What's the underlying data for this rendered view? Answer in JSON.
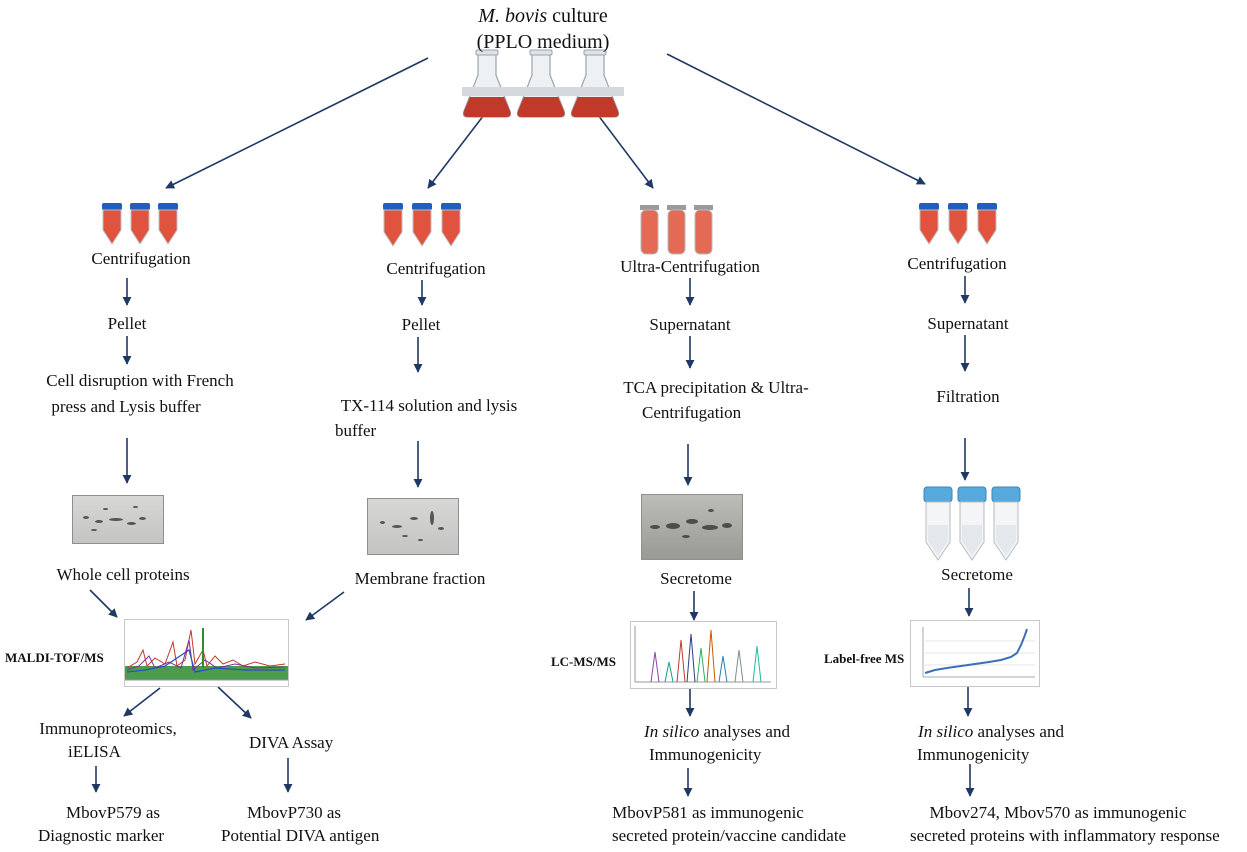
{
  "top": {
    "title_italic": "M. bovis",
    "title_rest": " culture",
    "subtitle": "(PPLO medium)"
  },
  "branches": [
    {
      "step1": "Centrifugation",
      "step2": "Pellet",
      "step3_l1": "Cell disruption with French",
      "step3_l2": "press and Lysis buffer",
      "fraction": "Whole cell proteins"
    },
    {
      "step1": "Centrifugation",
      "step2": "Pellet",
      "step3_l1": "TX-114 solution and lysis",
      "step3_l2": "buffer",
      "fraction": "Membrane fraction"
    },
    {
      "step1": "Ultra-Centrifugation",
      "step2": "Supernatant",
      "step3_l1": "TCA precipitation & Ultra-",
      "step3_l2": "Centrifugation",
      "fraction": "Secretome",
      "method": "LC-MS/MS",
      "analysis_italic": "In silico",
      "analysis_rest": " analyses and",
      "analysis_l2": "Immunogenicity",
      "result_l1": "MbovP581 as immunogenic",
      "result_l2": "secreted protein/vaccine candidate"
    },
    {
      "step1": "Centrifugation",
      "step2": "Supernatant",
      "step3_l1": "Filtration",
      "fraction": "Secretome",
      "method": "Label-free MS",
      "analysis_italic": "In silico",
      "analysis_rest": " analyses and",
      "analysis_l2": "Immunogenicity",
      "result_l1": "Mbov274, Mbov570 as immunogenic",
      "result_l2": "secreted proteins with inflammatory response"
    }
  ],
  "maldi": {
    "method": "MALDI-TOF/MS",
    "left_l1": "Immunoproteomics,",
    "left_l2": "iELISA",
    "right": "DIVA Assay",
    "result_left_l1": "MbovP579 as",
    "result_left_l2": "Diagnostic marker",
    "result_right_l1": "MbovP730 as",
    "result_right_l2": "Potential DIVA antigen"
  },
  "colors": {
    "arrow": "#1f3864",
    "flask_liquid": "#c0392b",
    "tube_cap": "#1f5fbf",
    "tube_liquid": "#e0533f",
    "conical_cap": "#56a9dc"
  }
}
